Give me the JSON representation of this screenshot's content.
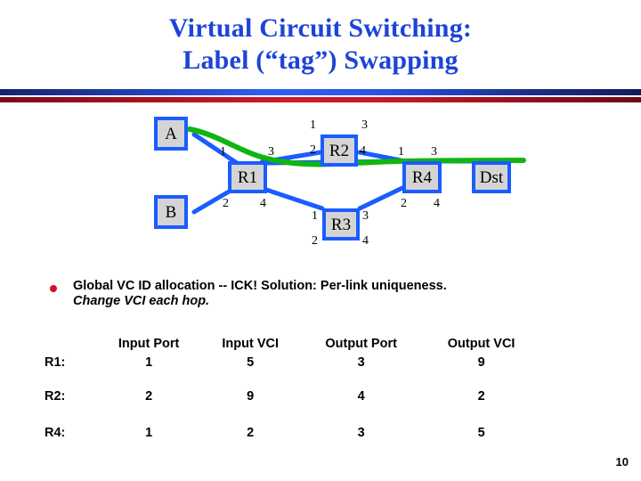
{
  "slide": {
    "title_lines": [
      "Virtual Circuit Switching:",
      "Label (“tag”) Swapping"
    ],
    "page_number": "10",
    "colors": {
      "title": "#1c44d8",
      "node_border": "#1a5cff",
      "node_fill": "#d4d4d4",
      "link": "#1a5cff",
      "path": "#11b511",
      "bullet": "#d40f28",
      "bar_blue": "#2f5ff0",
      "bar_red": "#cf1a2b"
    }
  },
  "diagram": {
    "nodes": [
      {
        "id": "A",
        "label": "A",
        "ports": []
      },
      {
        "id": "B",
        "label": "B",
        "ports": []
      },
      {
        "id": "R1",
        "label": "R1",
        "ports": [
          "1",
          "3",
          "2",
          "4"
        ]
      },
      {
        "id": "R2",
        "label": "R2",
        "ports": [
          "1",
          "3",
          "2",
          "4"
        ]
      },
      {
        "id": "R3",
        "label": "R3",
        "ports": [
          "1",
          "3",
          "2",
          "4"
        ]
      },
      {
        "id": "R4",
        "label": "R4",
        "ports": [
          "1",
          "3",
          "2",
          "4"
        ]
      },
      {
        "id": "Dst",
        "label": "Dst",
        "ports": []
      }
    ],
    "port_labels": {
      "r1_1": "1",
      "r1_3": "3",
      "r1_2": "2",
      "r1_4": "4",
      "r2_1": "1",
      "r2_3": "3",
      "r2_2": "2",
      "r2_4": "4",
      "r3_1": "1",
      "r3_3": "3",
      "r3_2": "2",
      "r3_4": "4",
      "r4_1": "1",
      "r4_3": "3",
      "r4_2": "2",
      "r4_4": "4"
    }
  },
  "bullet": {
    "line1": "Global VC ID allocation -- ICK!  Solution:  Per-link uniqueness.",
    "line2": "Change VCI each hop."
  },
  "table": {
    "headers": [
      "",
      "Input Port",
      "Input VCI",
      "Output Port",
      "Output VCI"
    ],
    "rows": [
      {
        "label": "R1:",
        "input_port": "1",
        "input_vci": "5",
        "output_port": "3",
        "output_vci": "9"
      },
      {
        "label": "R2:",
        "input_port": "2",
        "input_vci": "9",
        "output_port": "4",
        "output_vci": "2"
      },
      {
        "label": "R4:",
        "input_port": "1",
        "input_vci": "2",
        "output_port": "3",
        "output_vci": "5"
      }
    ]
  }
}
